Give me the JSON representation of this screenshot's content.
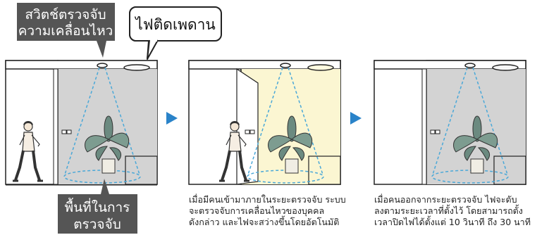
{
  "labels": {
    "sensor_callout": [
      "สวิตช์ตรวจจับ",
      "ความเคลื่อนไหว"
    ],
    "ceiling_light_callout": "ไฟติดเพดาน",
    "detection_area_callout": [
      "พื้นที่ในการ",
      "ตรวจจับ"
    ]
  },
  "captions": {
    "step2": [
      "เมื่อมีคนเข้ามาภายในระยะตรวจจับ ระบบ",
      "จะตรวจจับการเคลื่อนไหวของบุคคล",
      "ดังกล่าว และไฟจะสว่างขึ้นโดยอัตโนมัติ"
    ],
    "step3": [
      "เมื่อคนออกจากระยะตรวจจับ ไฟจะดับ",
      "ลงตามระยะเวลาที่ตั้งไว้ โดยสามารถตั้ง",
      "เวลาปิดไฟได้ตั้งแต่ 10 วินาที ถึง 30 นาที"
    ]
  },
  "colors": {
    "dark_callout": "#555555",
    "room_gray": "#d3d3d3",
    "room_lit": "#fbf6d2",
    "detection_line": "#4aa8d8",
    "arrow": "#2a83c9"
  }
}
